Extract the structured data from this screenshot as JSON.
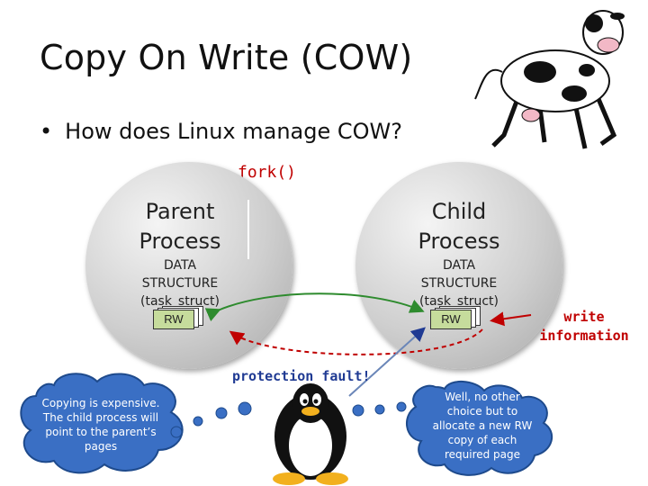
{
  "slide": {
    "title": "Copy On Write (COW)",
    "bullet": "How does Linux manage COW?",
    "fork_label": "fork()"
  },
  "parent": {
    "title_line1": "Parent",
    "title_line2": "Process",
    "ds_line1": "DATA",
    "ds_line2": "STRUCTURE",
    "ds_line3": "(task_struct)",
    "rw_label": "RW"
  },
  "child": {
    "title_line1": "Child",
    "title_line2": "Process",
    "ds_line1": "DATA",
    "ds_line2": "STRUCTURE",
    "ds_line3": "(task_struct)",
    "rw_label": "RW"
  },
  "annotations": {
    "write_info_line1": "write",
    "write_info_line2": "information",
    "protection_fault": "protection fault!"
  },
  "clouds": {
    "left_lines": [
      "Copying is expensive.",
      "The child process will",
      "point to the parent’s",
      "pages"
    ],
    "right_lines": [
      "Well, no other",
      "choice but to",
      "allocate a new RW",
      "copy of each",
      "required page"
    ]
  },
  "colors": {
    "accent_red": "#c00000",
    "arrow_green": "#2e8b2e",
    "fault_blue": "#1f3a93",
    "cloud_blue": "#3a6fc4"
  }
}
